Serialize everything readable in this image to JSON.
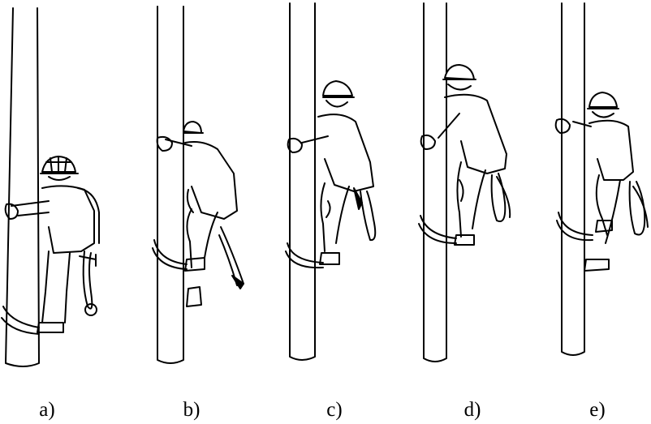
{
  "panels": [
    {
      "id": "a",
      "label": "a)",
      "pole_style": "tapered"
    },
    {
      "id": "b",
      "label": "b)",
      "pole_style": "straight"
    },
    {
      "id": "c",
      "label": "c)",
      "pole_style": "straight"
    },
    {
      "id": "d",
      "label": "d)",
      "pole_style": "straight"
    },
    {
      "id": "e",
      "label": "e)",
      "pole_style": "straight"
    }
  ],
  "colors": {
    "line": "#000000",
    "background": "#ffffff"
  }
}
